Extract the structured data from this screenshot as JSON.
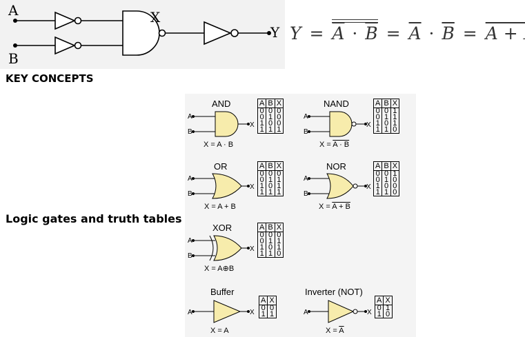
{
  "circuit": {
    "input_a": "A",
    "input_b": "B",
    "node_x": "X",
    "output_y": "Y"
  },
  "equation": {
    "lhs": "Y",
    "eq": "=",
    "part1_a": "A",
    "part1_dot": "·",
    "part1_b": "B",
    "eq2": "=",
    "part2_a": "A",
    "part2_dot": "·",
    "part2_b": "B",
    "eq3": "=",
    "part3": "A + B"
  },
  "headings": {
    "key_concepts": "KEY CONCEPTS",
    "logic_gates": "Logic gates and truth tables"
  },
  "gates": {
    "and": {
      "name": "AND",
      "in_a": "A",
      "in_b": "B",
      "out": "X",
      "expr": "X = A · B",
      "table": {
        "headers": [
          "A",
          "B",
          "X"
        ],
        "cols": [
          "0011",
          "0101",
          "0001"
        ]
      }
    },
    "nand": {
      "name": "NAND",
      "in_a": "A",
      "in_b": "B",
      "out": "X",
      "expr_prefix": "X = ",
      "expr_over": "A · B",
      "table": {
        "headers": [
          "A",
          "B",
          "X"
        ],
        "cols": [
          "0011",
          "0101",
          "1110"
        ]
      }
    },
    "or": {
      "name": "OR",
      "in_a": "A",
      "in_b": "B",
      "out": "X",
      "expr": "X = A + B",
      "table": {
        "headers": [
          "A",
          "B",
          "X"
        ],
        "cols": [
          "0011",
          "0101",
          "0111"
        ]
      }
    },
    "nor": {
      "name": "NOR",
      "in_a": "A",
      "in_b": "B",
      "out": "X",
      "expr_prefix": "X = ",
      "expr_over": "A + B",
      "table": {
        "headers": [
          "A",
          "B",
          "X"
        ],
        "cols": [
          "0011",
          "0101",
          "1000"
        ]
      }
    },
    "xor": {
      "name": "XOR",
      "in_a": "A",
      "in_b": "B",
      "out": "X",
      "expr": "X = A⊕B",
      "table": {
        "headers": [
          "A",
          "B",
          "X"
        ],
        "cols": [
          "0011",
          "0101",
          "0110"
        ]
      }
    },
    "buffer": {
      "name": "Buffer",
      "in_a": "A",
      "out": "X",
      "expr": "X = A",
      "table": {
        "headers": [
          "A",
          "X"
        ],
        "cols": [
          "01",
          "01"
        ]
      }
    },
    "inverter": {
      "name": "Inverter (NOT)",
      "in_a": "A",
      "out": "X",
      "expr_prefix": "X = ",
      "expr_over": "A",
      "table": {
        "headers": [
          "A",
          "X"
        ],
        "cols": [
          "01",
          "10"
        ]
      }
    }
  },
  "colors": {
    "gate_fill": "#f7ecac",
    "panel_bg": "#f4f4f4",
    "equation_text": "#333333"
  }
}
